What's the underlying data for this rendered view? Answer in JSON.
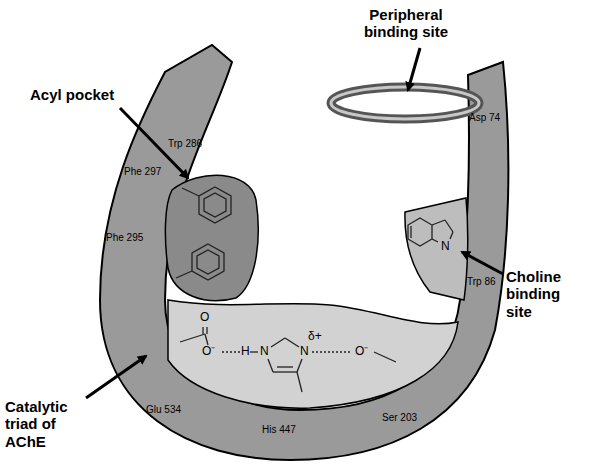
{
  "diagram": {
    "labels": [
      "Peripheral binding site",
      "Acyl pocket",
      "Trp 286",
      "Asp 74",
      "Phe 297",
      "Phe 295",
      "Trp 86",
      "Choline binding site",
      "N",
      "O",
      "O⁻",
      "H",
      "N",
      "N",
      "δ+",
      "O⁻",
      "Glu 534",
      "His 447",
      "Ser 203",
      "Catalytic triad of AChE"
    ]
  }
}
